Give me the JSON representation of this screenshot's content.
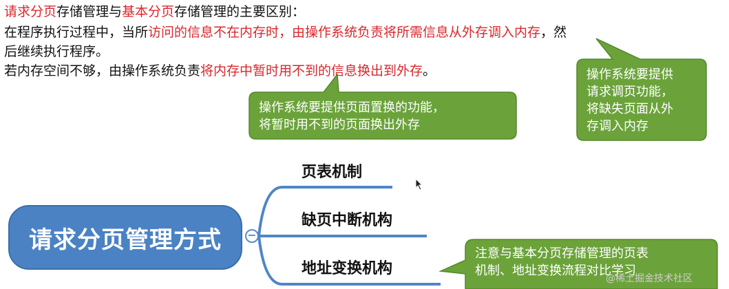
{
  "text": {
    "line1": {
      "part1": "请求分页",
      "part2": "存储管理与",
      "part3": "基本分页",
      "part4": "存储管理的主要区别："
    },
    "line2": {
      "part1": "在程序执行过程中，当所",
      "part2": "访问的信息不在内存时，由操作系统负责将所需信息从外存调入内存",
      "part3": "，然"
    },
    "line3": {
      "part1": "后继续执行程序。"
    },
    "line4": {
      "part1": "若内存空间不够，由操作系统负责",
      "part2": "将内存中暂时用不到的信息换出到外存",
      "part3": "。"
    }
  },
  "callouts": {
    "c1": {
      "line1": "操作系统要提供页面置换的功能，",
      "line2": "将暂时用不到的页面换出外存"
    },
    "c2": {
      "line1": "操作系统要提供",
      "line2": "请求调页功能，",
      "line3": "将缺失页面从外",
      "line4": "存调入内存"
    },
    "c3": {
      "line1": "注意与基本分页存储管理的页表",
      "line2": "机制、地址变换流程对比学习"
    }
  },
  "mindmap": {
    "root": "请求分页管理方式",
    "collapse_symbol": "−",
    "branches": [
      "页表机制",
      "缺页中断机构",
      "地址变换机构"
    ]
  },
  "watermark": "@稀土掘金技术社区",
  "colors": {
    "highlight_red": "#d9262b",
    "callout_green": "#6ba33a",
    "root_blue": "#4a82c4",
    "branch_line_blue": "#4f86c6"
  }
}
